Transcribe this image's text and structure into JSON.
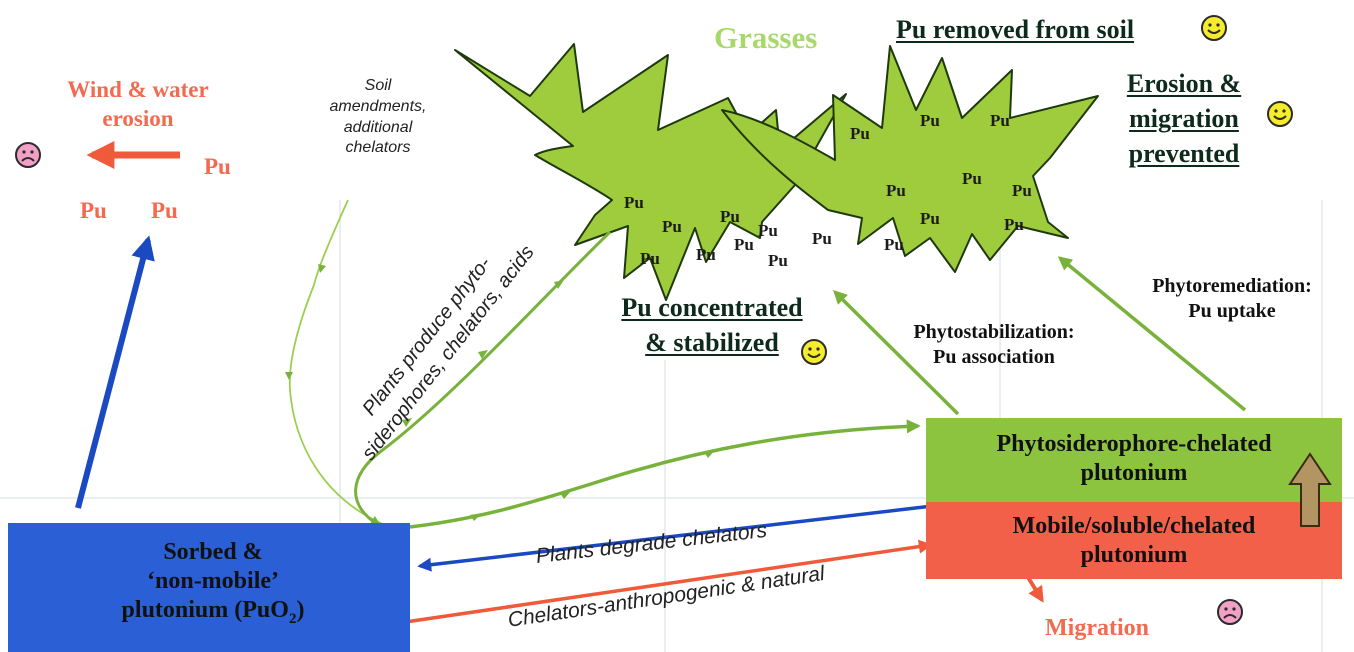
{
  "title": "Grasses",
  "outcomes": {
    "removed": "Pu removed from soil",
    "erosion_line1": "Erosion &",
    "erosion_line2": "migration",
    "erosion_line3": "prevented",
    "concentrated_line1": "Pu concentrated",
    "concentrated_line2": "& stabilized"
  },
  "wind": {
    "line1": "Wind & water",
    "line2": "erosion",
    "pu": "Pu"
  },
  "soil_amendments": {
    "line1": "Soil",
    "line2": "amendments,",
    "line3": "additional",
    "line4": "chelators"
  },
  "plants_produce": {
    "line1": "Plants produce phyto-",
    "line2": "siderophores, chelators, acids"
  },
  "phytostabilization": {
    "line1": "Phytostabilization:",
    "line2": "Pu association"
  },
  "phytoremediation": {
    "line1": "Phytoremediation:",
    "line2": "Pu uptake"
  },
  "boxes": {
    "sorbed_line1": "Sorbed &",
    "sorbed_line2": "‘non-mobile’",
    "sorbed_line3": "plutonium (PuO",
    "sorbed_sub": "2",
    "sorbed_close": ")",
    "phyto_line1": "Phytosiderophore-chelated",
    "phyto_line2": "plutonium",
    "mobile_line1": "Mobile/soluble/chelated",
    "mobile_line2": "plutonium"
  },
  "arrows": {
    "degrade": "Plants degrade chelators",
    "chelators": "Chelators-anthropogenic & natural",
    "migration": "Migration"
  },
  "pu_symbol": "Pu",
  "colors": {
    "grass_fill": "#9fcc3d",
    "grass_stroke": "#1e3a0c",
    "green_arrow": "#78b23a",
    "blue_box": "#2a5fd6",
    "blue_arrow": "#1a49c2",
    "red_text": "#f26a4f",
    "red_box": "#f2604a",
    "red_arrow": "#ef5a3a",
    "phyto_box": "#8dc43f",
    "title_green": "#a8d86a",
    "smiley_yellow": "#f5ec2c",
    "frown_pink": "#f2a0c6"
  }
}
